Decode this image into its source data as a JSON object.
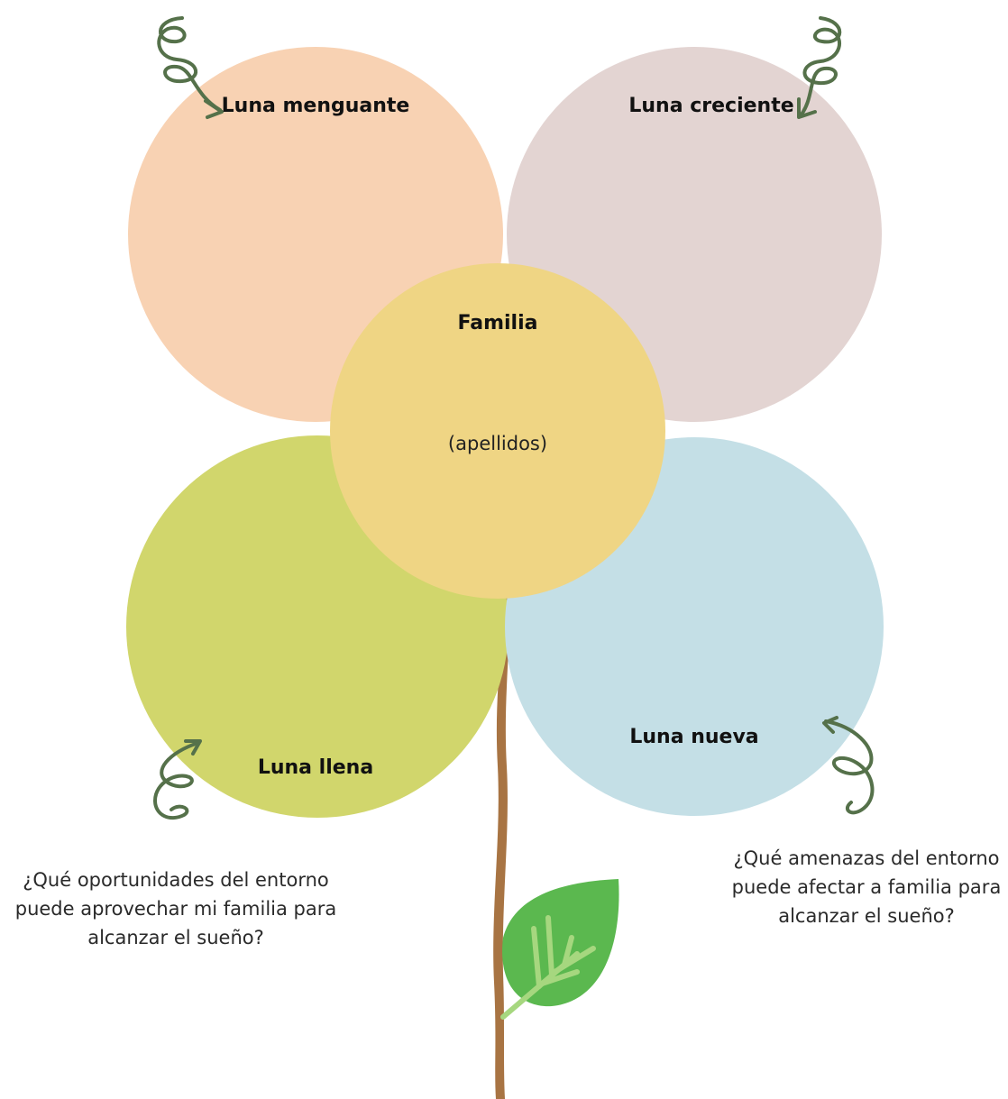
{
  "petals": {
    "top_left": {
      "label": "Luna menguante",
      "color": "#f8d2b3"
    },
    "top_right": {
      "label": "Luna creciente",
      "color": "#e3d4d2"
    },
    "bottom_left": {
      "label": "Luna llena",
      "color": "#d1d66c"
    },
    "bottom_right": {
      "label": "Luna nueva",
      "color": "#c4dfe6"
    }
  },
  "center": {
    "title": "Familia",
    "subtitle": "(apellidos)",
    "color": "#efd584"
  },
  "questions": {
    "left": [
      "¿Qué oportunidades del entorno",
      "puede aprovechar mi familia para",
      "alcanzar el sueño?"
    ],
    "right": [
      "¿Qué amenazas del entorno",
      "puede afectar a familia para",
      "alcanzar el sueño?"
    ]
  },
  "colors": {
    "stem": "#a87443",
    "leaf": "#5bb84f",
    "leaf_vein": "#a6d77f",
    "arrow": "#55714a"
  }
}
